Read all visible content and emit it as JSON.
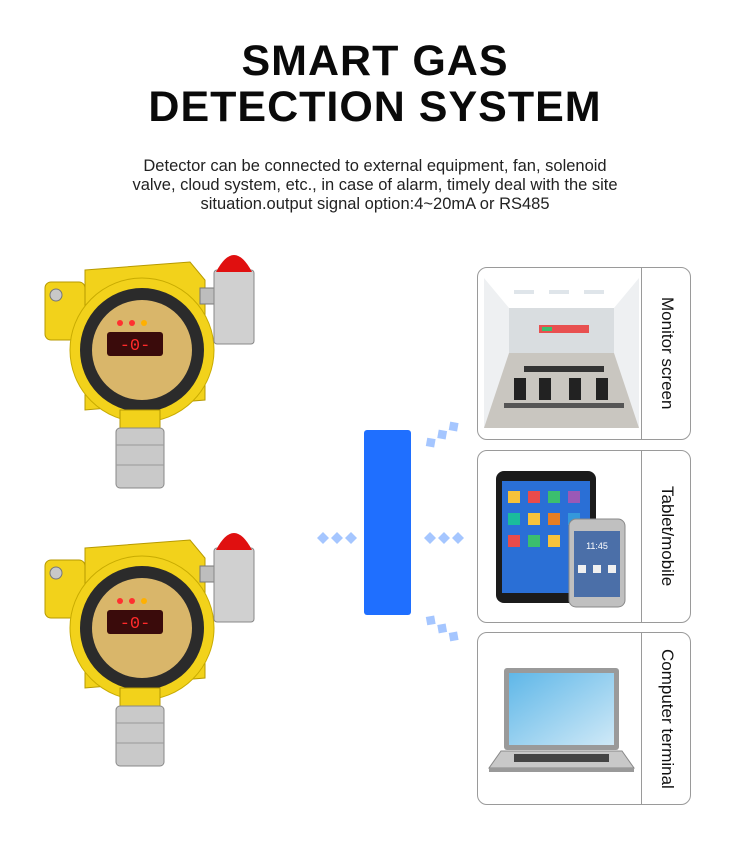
{
  "header": {
    "title_line1": "SMART GAS",
    "title_line2": "DETECTION SYSTEM",
    "subtitle_line1": "Detector can be connected to external equipment, fan, solenoid",
    "subtitle_line2": "valve, cloud system, etc., in case of alarm, timely deal with the site",
    "subtitle_line3": "situation.output signal option:4~20mA or RS485"
  },
  "detectors": [
    {
      "display": "-0-"
    },
    {
      "display": "-0-"
    }
  ],
  "outputs": [
    {
      "label": "Monitor screen",
      "icon": "monitor-room-image"
    },
    {
      "label": "Tablet/mobile",
      "icon": "tablet-phone-image"
    },
    {
      "label": "Computer terminal",
      "icon": "laptop-image"
    }
  ],
  "colors": {
    "detector_yellow": "#f2d21b",
    "alarm_red": "#e01010",
    "hub_blue": "#1f6fff",
    "signal_blue": "#8fb8ff"
  }
}
